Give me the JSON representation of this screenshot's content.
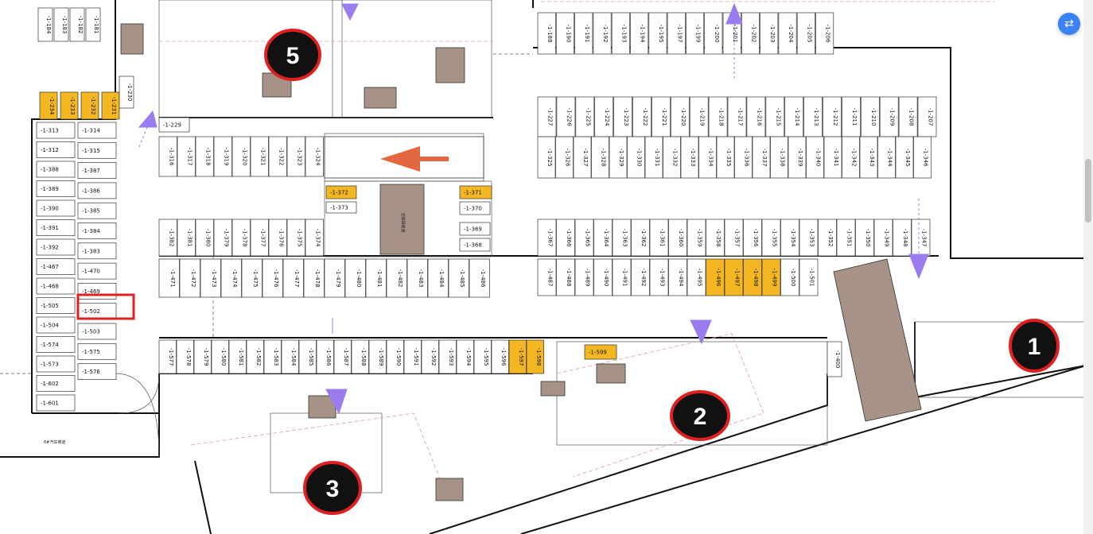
{
  "map": {
    "label": "6#汽车坡道",
    "big_ramp_label": "无障碍坡道",
    "badges": [
      "1",
      "2",
      "3",
      "5"
    ],
    "highlighted_slot": "-1-502",
    "colors": {
      "accent_yellow": "#f4b722",
      "red_marker": "#e02020",
      "arrow_purple": "#9b7bf0",
      "arrow_orange": "#e2673f",
      "building_fill": "#a69287"
    }
  },
  "ui": {
    "floating_button_icon": "translate-icon",
    "floating_button_glyph": "⇄"
  },
  "rows": {
    "top_small_rows": [
      "-1-184",
      "-1-183",
      "-1-182",
      "-1-181"
    ],
    "row_top_right": [
      "-1-188",
      "-1-190",
      "-1-191",
      "-1-192",
      "-1-193",
      "-1-194",
      "-1-195",
      "-1-197",
      "-1-199",
      "-1-200",
      "-1-201",
      "-1-202",
      "-1-203",
      "-1-204",
      "-1-205",
      "-1-206"
    ],
    "row_227": [
      "-1-227",
      "-1-226",
      "-1-225",
      "-1-224",
      "-1-223",
      "-1-222",
      "-1-221",
      "-1-220",
      "-1-219",
      "-1-218",
      "-1-217",
      "-1-216",
      "-1-215",
      "-1-214",
      "-1-213",
      "-1-212",
      "-1-211",
      "-1-210",
      "-1-209",
      "-1-208",
      "-1-207"
    ],
    "row_325": [
      "-1-325",
      "-1-326",
      "-1-327",
      "-1-328",
      "-1-329",
      "-1-330",
      "-1-331",
      "-1-332",
      "-1-333",
      "-1-334",
      "-1-335",
      "-1-336",
      "-1-337",
      "-1-338",
      "-1-339",
      "-1-340",
      "-1-341",
      "-1-342",
      "-1-343",
      "-1-344",
      "-1-345",
      "-1-346"
    ],
    "row_316": [
      "-1-316",
      "-1-317",
      "-1-318",
      "-1-319",
      "-1-320",
      "-1-321",
      "-1-322",
      "-1-323",
      "-1-324"
    ],
    "row_382": [
      "-1-382",
      "-1-381",
      "-1-380",
      "-1-379",
      "-1-378",
      "-1-377",
      "-1-376",
      "-1-375",
      "-1-374"
    ],
    "row_367": [
      "-1-367",
      "-1-366",
      "-1-365",
      "-1-364",
      "-1-363",
      "-1-362",
      "-1-361",
      "-1-360",
      "-1-359",
      "-1-358",
      "-1-357",
      "-1-356",
      "-1-355",
      "-1-354",
      "-1-353",
      "-1-352",
      "-1-351",
      "-1-350",
      "-1-349",
      "-1-348",
      "-1-347"
    ],
    "row_471": [
      "-1-471",
      "-1-472",
      "-1-473",
      "-1-474",
      "-1-475",
      "-1-476",
      "-1-477",
      "-1-478",
      "-1-479",
      "-1-480",
      "-1-481",
      "-1-482",
      "-1-483",
      "-1-484",
      "-1-485",
      "-1-486"
    ],
    "row_487": [
      "-1-487",
      "-1-488",
      "-1-489",
      "-1-490",
      "-1-491",
      "-1-492",
      "-1-493",
      "-1-494",
      "-1-495",
      "-1-496",
      "-1-497",
      "-1-498",
      "-1-499",
      "-1-500",
      "-1-501"
    ],
    "row_577": [
      "-1-577",
      "-1-578",
      "-1-579",
      "-1-580",
      "-1-581",
      "-1-582",
      "-1-583",
      "-1-584",
      "-1-585",
      "-1-586",
      "-1-587",
      "-1-588",
      "-1-589",
      "-1-590",
      "-1-591",
      "-1-592",
      "-1-593",
      "-1-594",
      "-1-595",
      "-1-596",
      "-1-597",
      "-1-598"
    ],
    "left_col_a": [
      "-1-313",
      "-1-312",
      "-1-388",
      "-1-389",
      "-1-390",
      "-1-391",
      "-1-392",
      "-1-467",
      "-1-468",
      "-1-505",
      "-1-504",
      "-1-574",
      "-1-573",
      "-1-602",
      "-1-601"
    ],
    "left_col_b": [
      "-1-314",
      "-1-315",
      "-1-387",
      "-1-386",
      "-1-385",
      "-1-384",
      "-1-383",
      "-1-470",
      "-1-469",
      "-1-502",
      "-1-503",
      "-1-575",
      "-1-576"
    ],
    "yellow_top": [
      "-1-234",
      "-1-233",
      "-1-232",
      "-1-231"
    ],
    "yellow_mid": [
      "-1-372",
      "-1-371",
      "-1-599"
    ],
    "misc": [
      "-1-373",
      "-1-370",
      "-1-369",
      "-1-368",
      "-1-230",
      "-1-229",
      "-1-400"
    ]
  }
}
